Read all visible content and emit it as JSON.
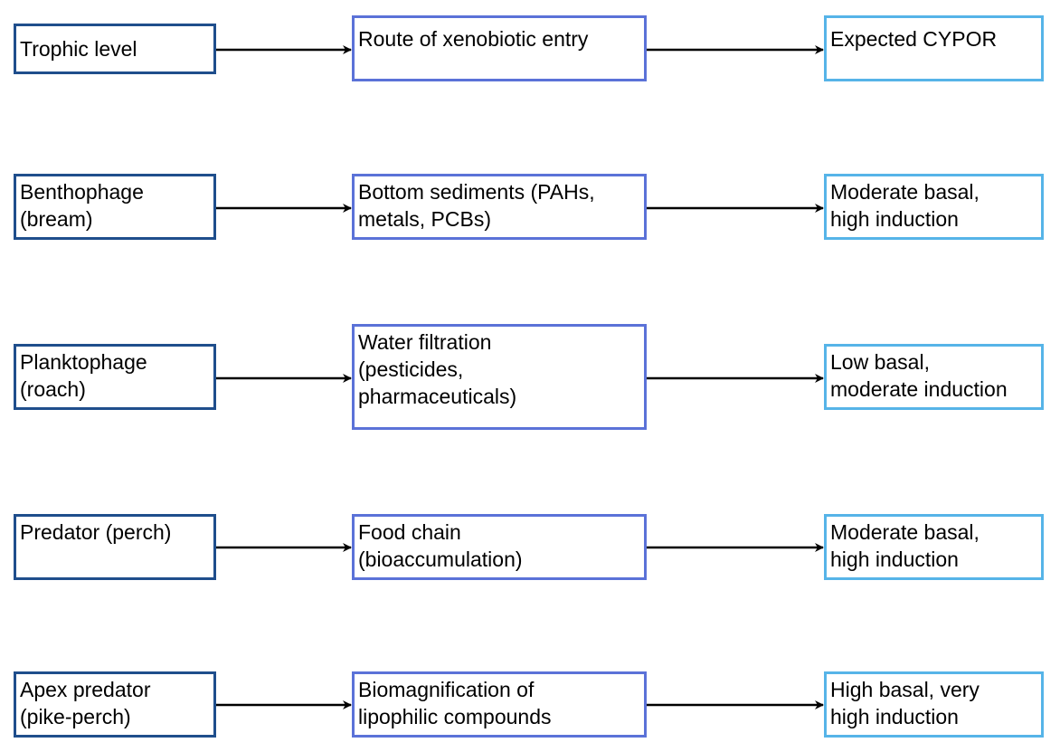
{
  "colors": {
    "col1_border": "#1f4e8c",
    "col2_border": "#5b72d8",
    "col3_border": "#56b4e8",
    "arrow": "#000000",
    "text": "#000000",
    "background": "#ffffff"
  },
  "rows": [
    {
      "trophic_level": "Trophic level",
      "route": "Route of xenobiotic entry",
      "cypor": "Expected CYPOR"
    },
    {
      "trophic_level": "Benthophage\n(bream)",
      "route": "Bottom sediments (PAHs,\nmetals, PCBs)",
      "cypor": "Moderate basal,\nhigh induction"
    },
    {
      "trophic_level": "Planktophage\n(roach)",
      "route": "Water filtration\n(pesticides,\npharmaceuticals)",
      "cypor": "Low basal,\nmoderate induction"
    },
    {
      "trophic_level": "Predator (perch)",
      "route": "Food chain\n(bioaccumulation)",
      "cypor": "Moderate basal,\nhigh induction"
    },
    {
      "trophic_level": "Apex predator\n(pike-perch)",
      "route": "Biomagnification of\nlipophilic compounds",
      "cypor": "High basal, very\nhigh induction"
    }
  ]
}
